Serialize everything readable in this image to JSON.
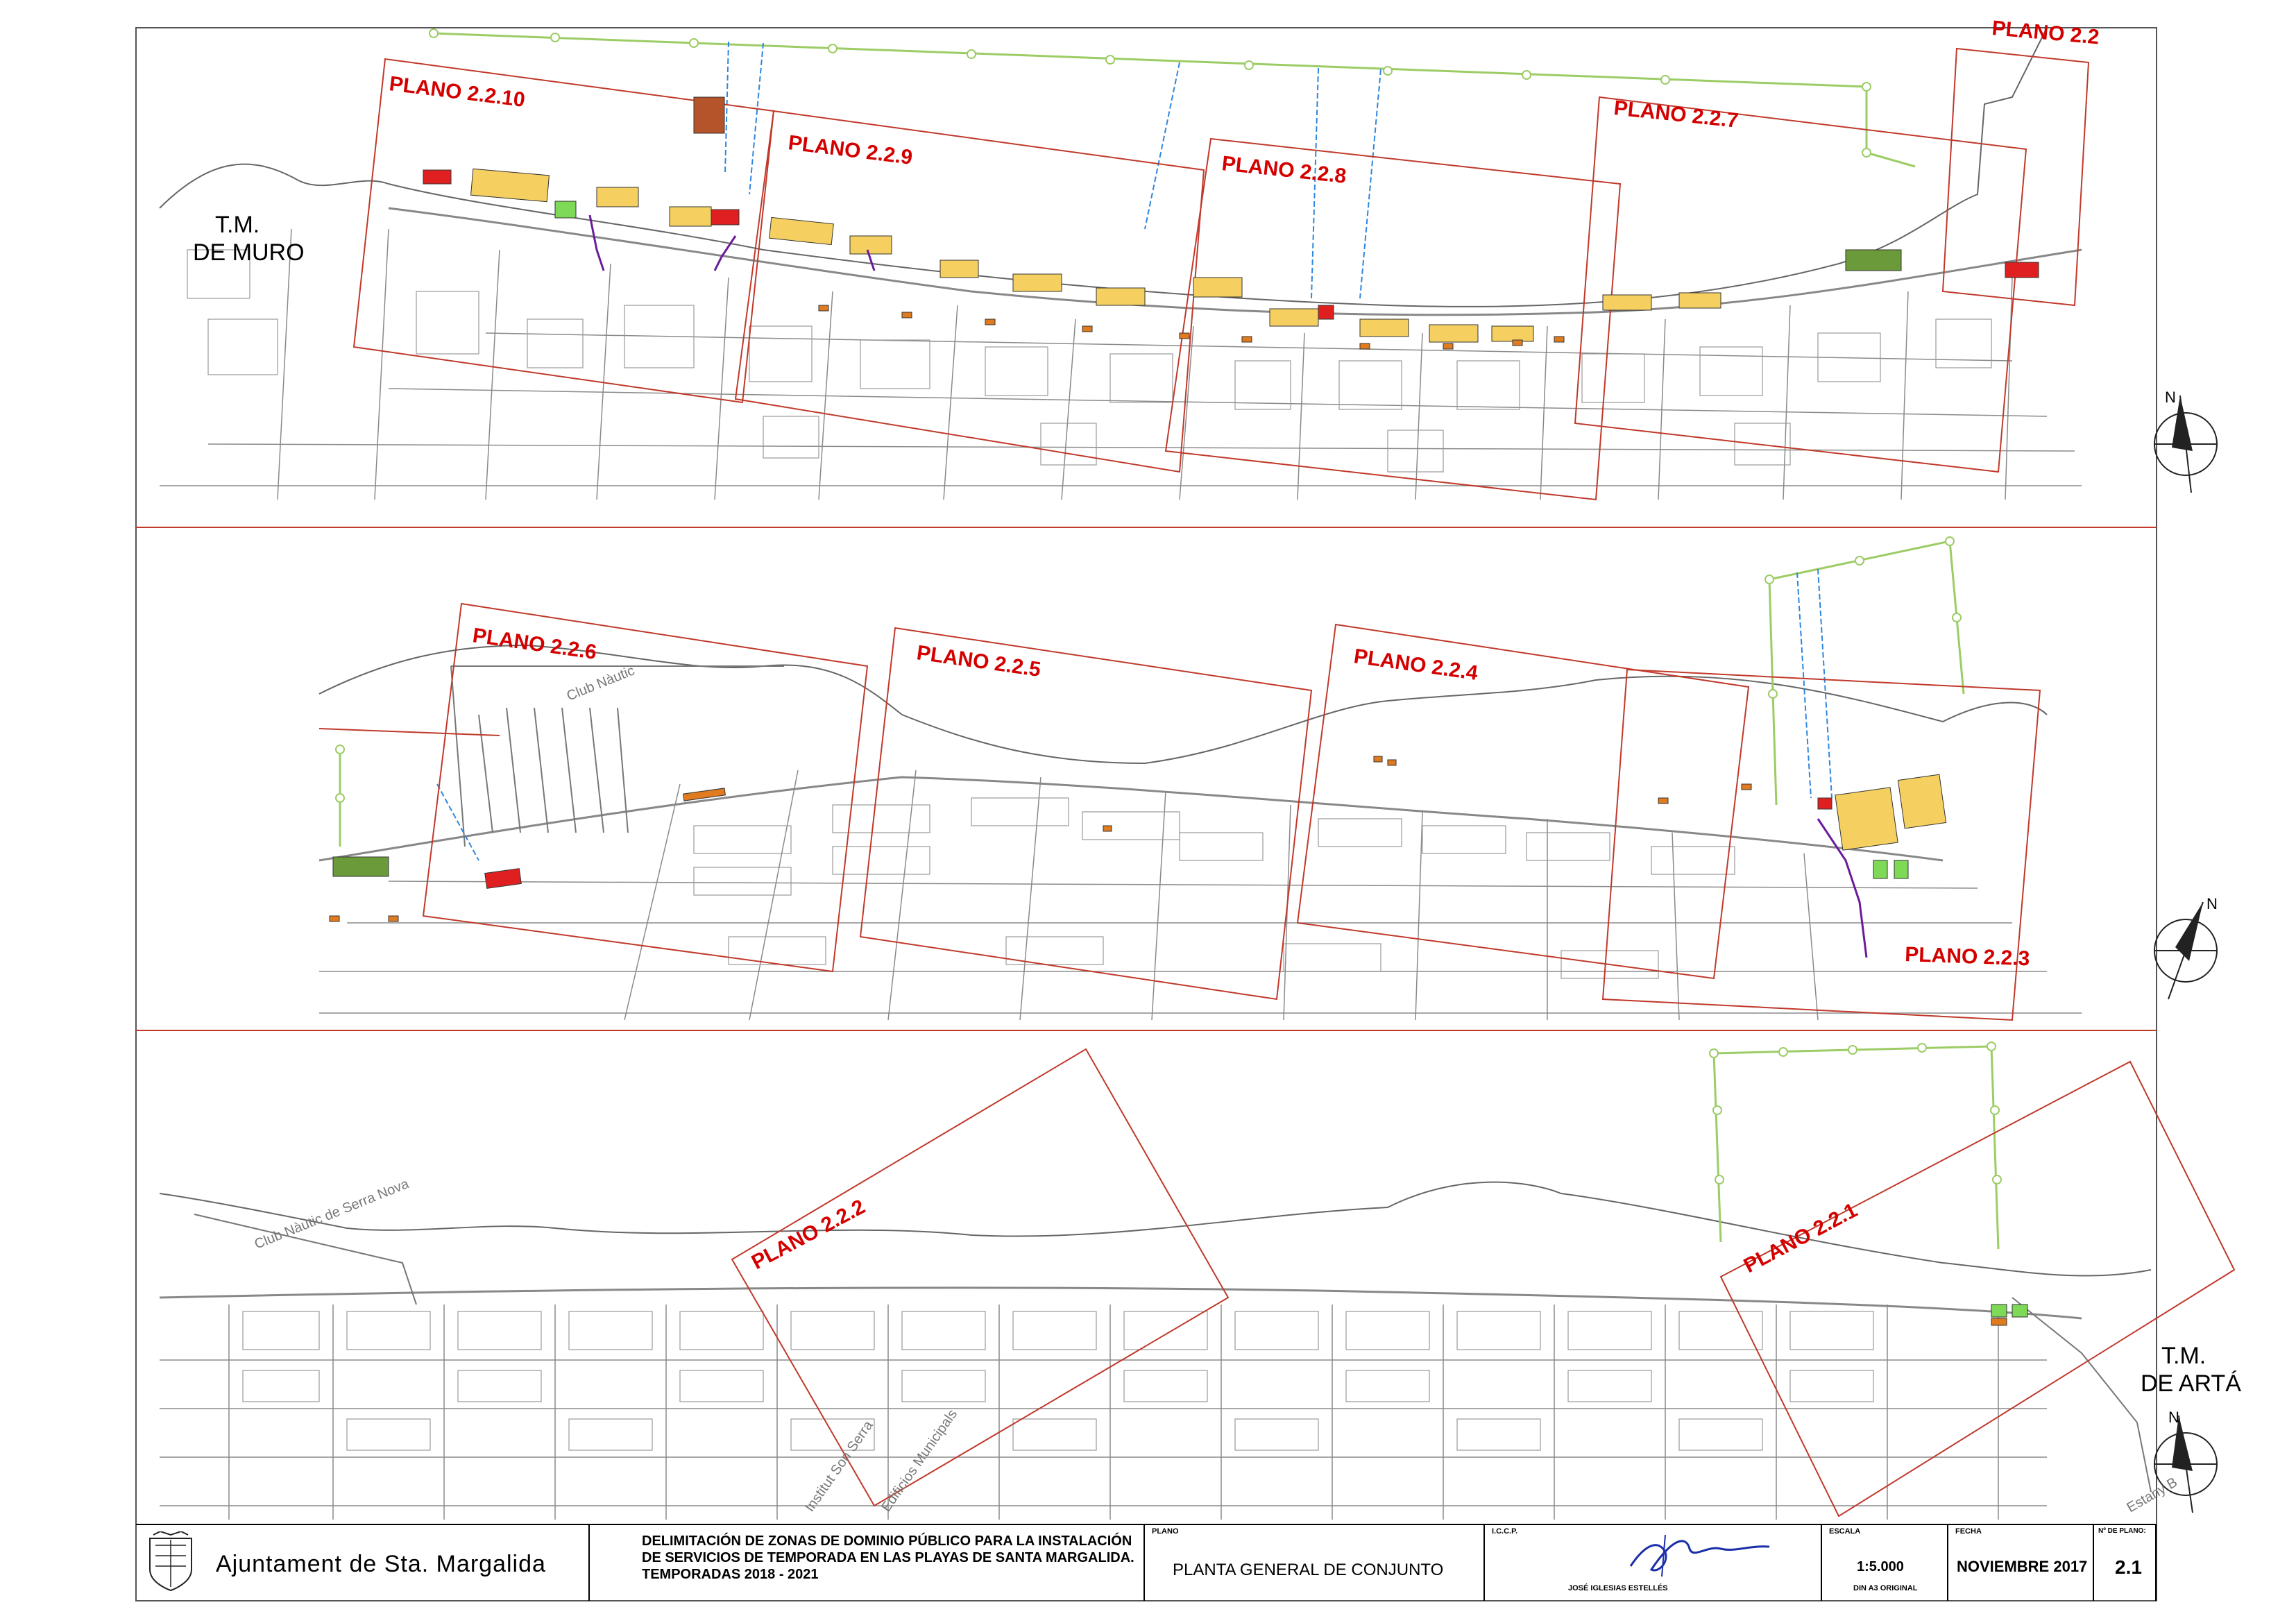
{
  "colors": {
    "frame": "#c0392b",
    "plan_label": "#d40000",
    "boundary_green": "#9ccc65",
    "pipe_blue": "#2e86de",
    "zone_yellow": "#f5d061",
    "zone_red": "#e02020",
    "zone_green_dark": "#6a9a3a",
    "zone_orange": "#e07b20",
    "zone_brown": "#b5532b",
    "route_purple": "#6a1b9a",
    "streets": "#7a7a7a"
  },
  "panel1": {
    "plans": [
      "PLANO 2.2.10",
      "PLANO 2.2.9",
      "PLANO 2.2.8",
      "PLANO 2.2.7",
      "PLANO 2.2"
    ],
    "tm_label_1": "T.M.",
    "tm_label_2": "DE MURO"
  },
  "panel2": {
    "plans": [
      "PLANO 2.2.6",
      "PLANO 2.2.5",
      "PLANO 2.2.4",
      "PLANO 2.2.3"
    ],
    "annotations": [
      "Club Nàutic"
    ]
  },
  "panel3": {
    "plans": [
      "PLANO 2.2.2",
      "PLANO 2.2.1"
    ],
    "tm_label_1": "T.M.",
    "tm_label_2": "DE ARTÁ",
    "annotations": [
      "Club Nàutic de Serra Nova",
      "Institut Son Serra",
      "Edificios Municipals",
      "Estany B"
    ]
  },
  "compass_icons": [
    "north-arrow-icon",
    "north-arrow-icon",
    "north-arrow-icon"
  ],
  "title_block": {
    "organization": "Ajuntament de Sta. Margalida",
    "project_line1": "DELIMITACIÓN DE ZONAS DE DOMINIO PÚBLICO PARA LA INSTALACIÓN",
    "project_line2": "DE SERVICIOS DE TEMPORADA EN LAS PLAYAS DE SANTA MARGALIDA.",
    "project_line3": "TEMPORADAS 2018 - 2021",
    "plano_label": "PLANO",
    "plano_title": "PLANTA GENERAL DE CONJUNTO",
    "iccp_label": "I.C.C.P.",
    "engineer": "JOSÉ IGLESIAS ESTELLÉS",
    "escala_label": "ESCALA",
    "escala": "1:5.000",
    "paper": "DIN A3 ORIGINAL",
    "fecha_label": "FECHA",
    "fecha": "NOVIEMBRE 2017",
    "n_plano_label": "Nº DE PLANO:",
    "n_plano": "2.1"
  }
}
